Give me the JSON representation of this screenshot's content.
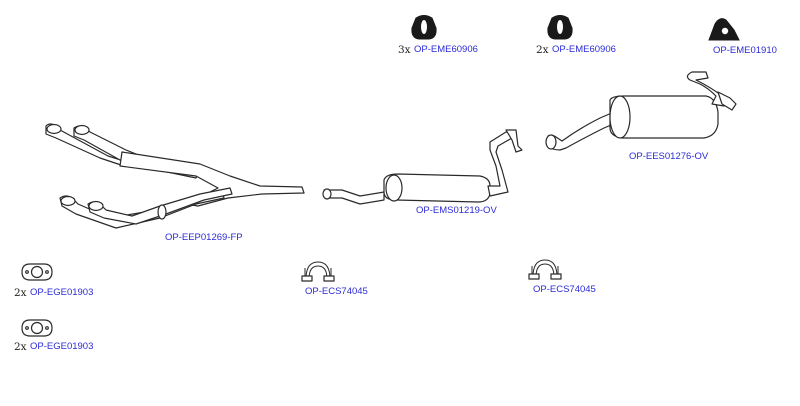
{
  "parts": {
    "hanger_a": {
      "qty": "3x",
      "code": "OP-EME60906",
      "icon": "rubber-hanger-icon"
    },
    "hanger_b": {
      "qty": "2x",
      "code": "OP-EME60906",
      "icon": "rubber-hanger-icon"
    },
    "mount": {
      "qty": "",
      "code": "OP-EME01910",
      "icon": "rubber-mount-icon"
    },
    "rear_silencer": {
      "code": "OP-EES01276-OV",
      "icon": "rear-silencer-icon"
    },
    "front_pipe": {
      "code": "OP-EEP01269-FP",
      "icon": "front-pipe-icon"
    },
    "middle_silencer": {
      "code": "OP-EMS01219-OV",
      "icon": "middle-silencer-icon"
    },
    "gasket_a": {
      "qty": "2x",
      "code": "OP-EGE01903",
      "icon": "gasket-icon"
    },
    "gasket_b": {
      "qty": "2x",
      "code": "OP-EGE01903",
      "icon": "gasket-icon"
    },
    "clamp_a": {
      "code": "OP-ECS74045",
      "icon": "clamp-icon"
    },
    "clamp_b": {
      "code": "OP-ECS74045",
      "icon": "clamp-icon"
    }
  },
  "colors": {
    "link": "#2b2bd6",
    "line": "#2a2a2a",
    "fill_dark": "#1a1a1a"
  }
}
